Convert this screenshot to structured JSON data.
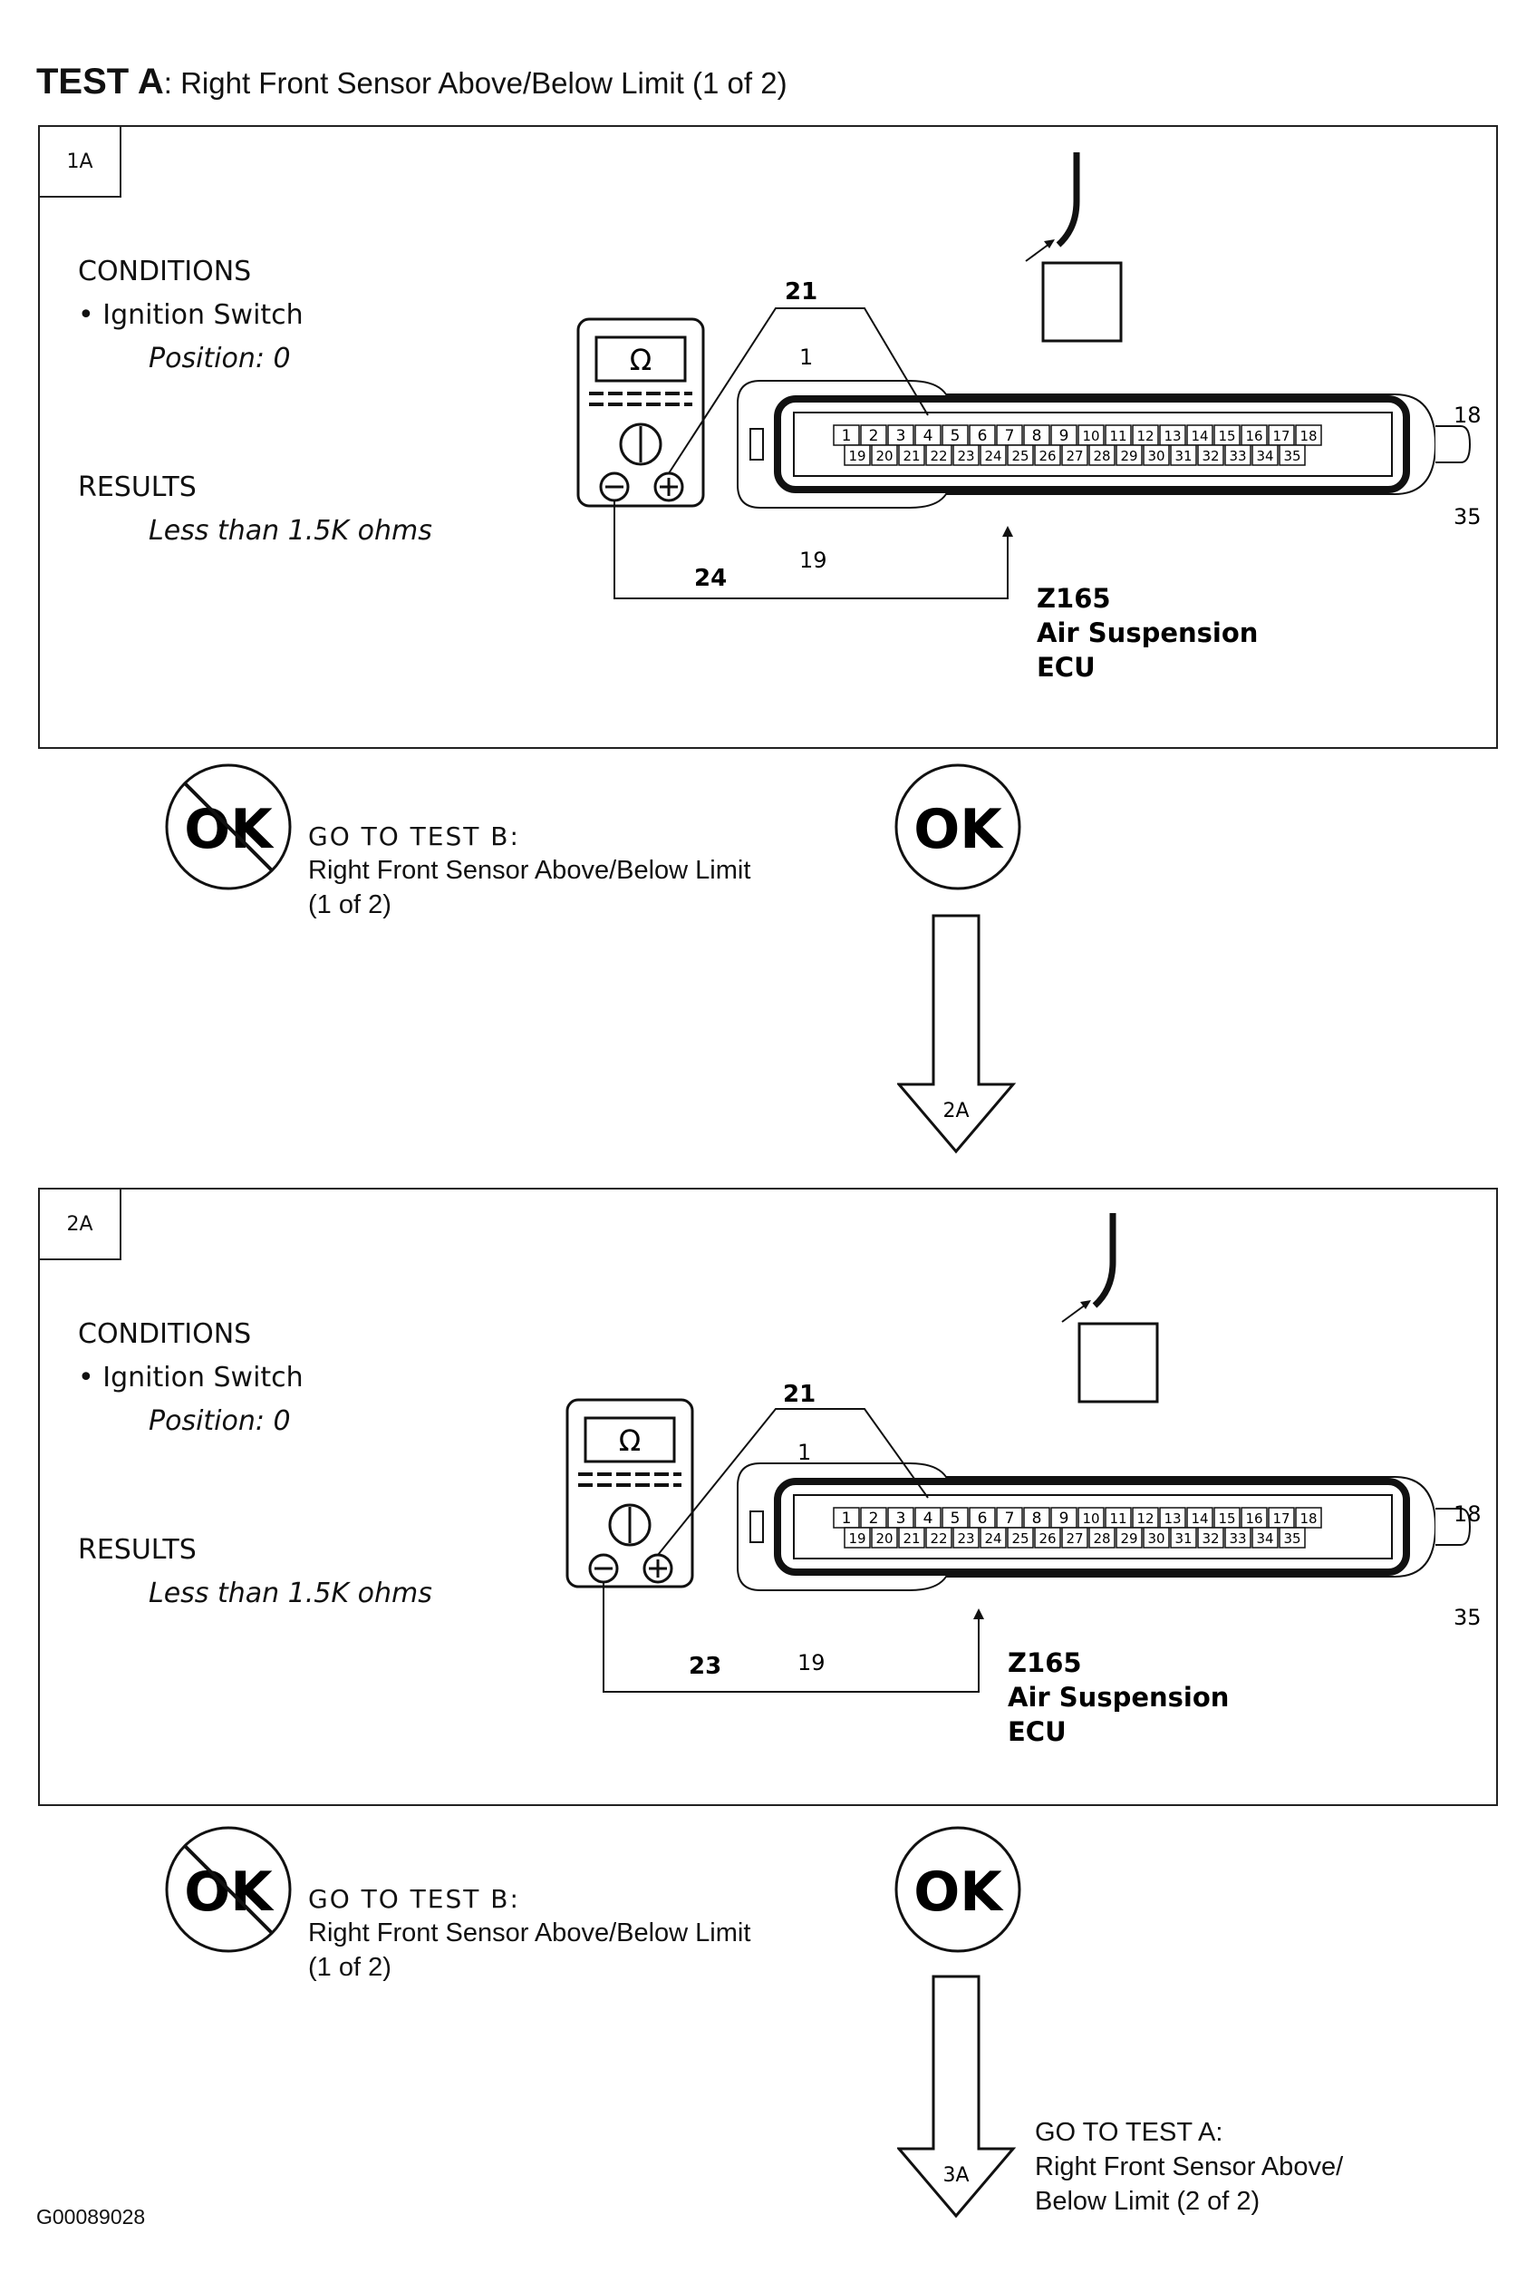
{
  "test_title": {
    "bold": "TEST A",
    "rest": ": Right Front Sensor Above/Below Limit (1 of 2)"
  },
  "steps": [
    {
      "tag": "1A",
      "conditions_heading": "CONDITIONS",
      "condition_item": "Ignition Switch",
      "condition_value": "Position: 0",
      "results_heading": "RESULTS",
      "results_value": "Less than 1.5K ohms",
      "meter_symbol": "Ω",
      "wire_positive_pin": "21",
      "wire_negative_pin": "24",
      "pin_label_1": "1",
      "pin_label_19": "19",
      "pin_label_18": "18",
      "pin_label_35": "35",
      "component_code": "Z165",
      "component_name": "Air Suspension",
      "component_unit": "ECU",
      "not_ok_label": "OK",
      "not_ok_action": "GO TO TEST B:",
      "not_ok_line1": "Right Front Sensor Above/Below Limit",
      "not_ok_line2": "(1 of 2)",
      "ok_label": "OK",
      "next_tag": "2A"
    },
    {
      "tag": "2A",
      "conditions_heading": "CONDITIONS",
      "condition_item": "Ignition Switch",
      "condition_value": "Position: 0",
      "results_heading": "RESULTS",
      "results_value": "Less than 1.5K ohms",
      "meter_symbol": "Ω",
      "wire_positive_pin": "21",
      "wire_negative_pin": "23",
      "pin_label_1": "1",
      "pin_label_19": "19",
      "pin_label_18": "18",
      "pin_label_35": "35",
      "component_code": "Z165",
      "component_name": "Air Suspension",
      "component_unit": "ECU",
      "not_ok_label": "OK",
      "not_ok_action": "GO TO TEST B:",
      "not_ok_line1": "Right Front Sensor Above/Below Limit",
      "not_ok_line2": "(1 of 2)",
      "ok_label": "OK",
      "next_tag": "3A"
    }
  ],
  "connector_top_pins": [
    "1",
    "2",
    "3",
    "4",
    "5",
    "6",
    "7",
    "8",
    "9",
    "10",
    "11",
    "12",
    "13",
    "14",
    "15",
    "16",
    "17",
    "18"
  ],
  "connector_bottom_pins": [
    "19",
    "20",
    "21",
    "22",
    "23",
    "24",
    "25",
    "26",
    "27",
    "28",
    "29",
    "30",
    "31",
    "32",
    "33",
    "34",
    "35"
  ],
  "final_nav": {
    "line1": "GO TO TEST A:",
    "line2": "Right Front Sensor Above/",
    "line3": "Below Limit (2 of 2)"
  },
  "figure_code": "G00089028"
}
